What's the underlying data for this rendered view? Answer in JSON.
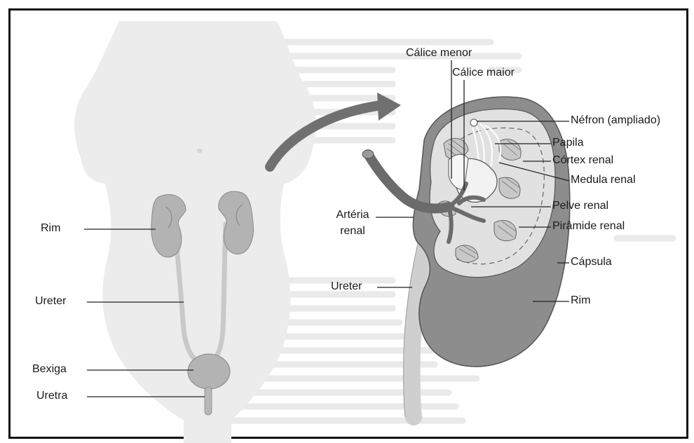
{
  "colors": {
    "kidney_fill": "#b8b8b8",
    "body_silhouette": "#e6e6e6",
    "capsule_dark": "#8c8c8c",
    "cortex_light": "#e3e3e3",
    "artery": "#6e6e6e",
    "ureter_fill": "#cfcfcf",
    "arrow": "#6f6f6f",
    "line": "#222222"
  },
  "labels": {
    "body": {
      "rim": "Rim",
      "ureter": "Ureter",
      "bexiga": "Bexiga",
      "uretra": "Uretra"
    },
    "kidney": {
      "calice_menor": "Cálice menor",
      "calice_maior": "Cálice maior",
      "nefron": "Néfron (ampliado)",
      "papila": "Papila",
      "cortex": "Córtex renal",
      "medula": "Medula renal",
      "pelve": "Pelve renal",
      "arteria_line1": "Artéria",
      "arteria_line2": "renal",
      "piramide": "Pirâmide renal",
      "capsula": "Cápsula",
      "ureter": "Ureter",
      "rim": "Rim"
    }
  }
}
